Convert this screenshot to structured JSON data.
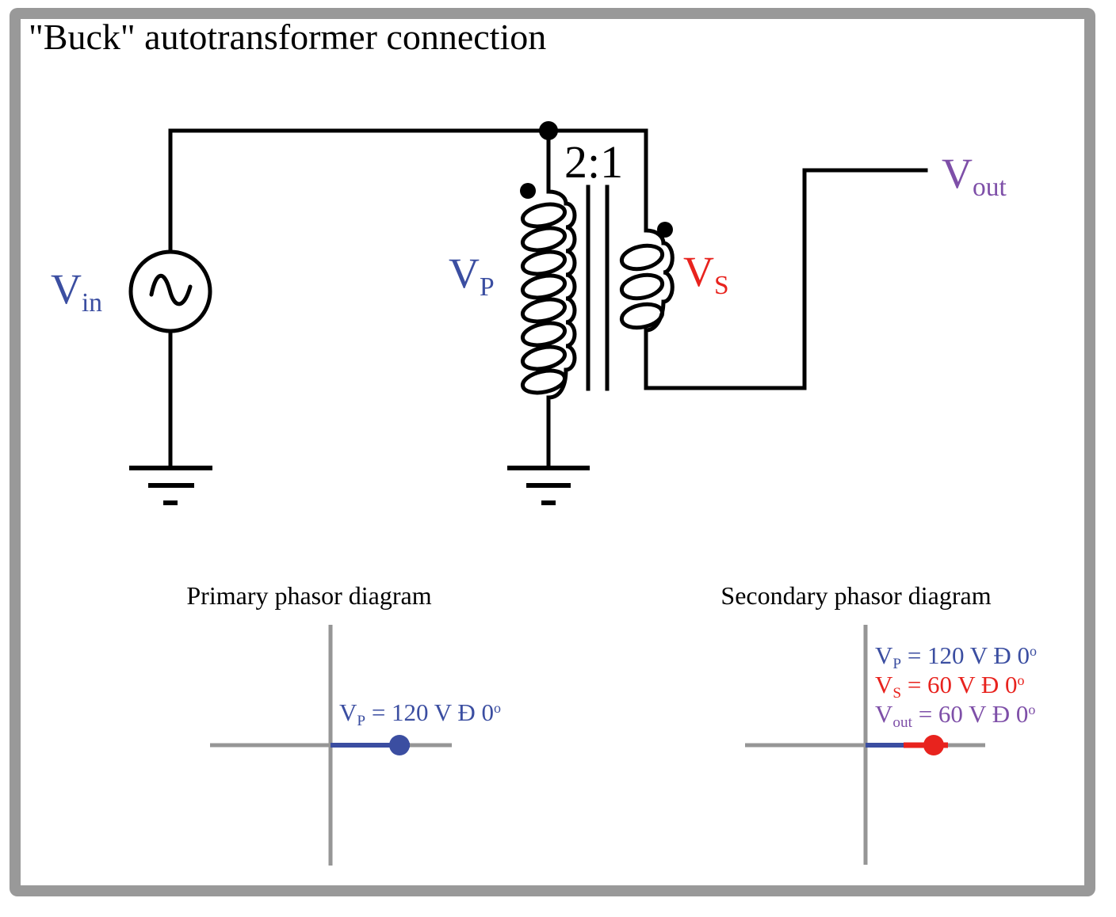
{
  "title": "\"Buck\" autotransformer connection",
  "colors": {
    "blue": "#3B4EA1",
    "red": "#E8231E",
    "purple": "#7E4FA8",
    "wire": "#000000",
    "axis_gray": "#969696",
    "frame_gray": "#999999"
  },
  "circuit": {
    "turns_ratio": "2:1",
    "source_label": {
      "base": "V",
      "sub": "in"
    },
    "primary_label": {
      "base": "V",
      "sub": "P"
    },
    "secondary_label": {
      "base": "V",
      "sub": "S"
    },
    "output_label": {
      "base": "V",
      "sub": "out"
    }
  },
  "primary_phasor": {
    "title": "Primary phasor diagram",
    "labels": [
      {
        "base": "V",
        "sub": "P",
        "rest": " = 120 V Đ 0",
        "sup": "o"
      }
    ],
    "values": [
      {
        "name": "VP",
        "magnitude_v": 120,
        "angle_deg": 0
      }
    ]
  },
  "secondary_phasor": {
    "title": "Secondary phasor diagram",
    "labels": [
      {
        "base": "V",
        "sub": "P",
        "rest": " = 120 V Đ 0",
        "sup": "o"
      },
      {
        "base": "V",
        "sub": "S",
        "rest": " = 60 V Đ 0",
        "sup": "o"
      },
      {
        "base": "V",
        "sub": "out",
        "rest": " = 60 V Đ 0",
        "sup": "o"
      }
    ],
    "values": [
      {
        "name": "VP",
        "magnitude_v": 120,
        "angle_deg": 0
      },
      {
        "name": "VS",
        "magnitude_v": 60,
        "angle_deg": 0
      },
      {
        "name": "Vout",
        "magnitude_v": 60,
        "angle_deg": 0
      }
    ]
  }
}
